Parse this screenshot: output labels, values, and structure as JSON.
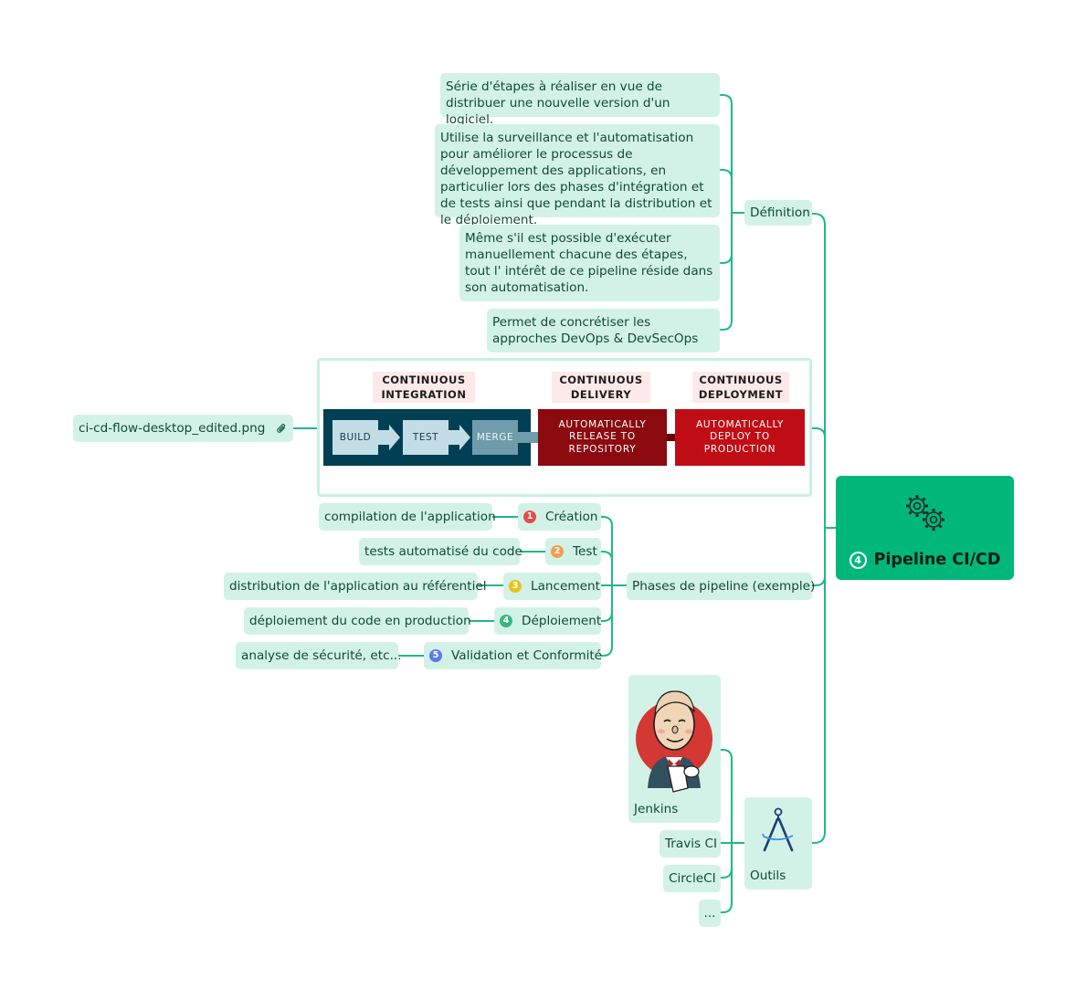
{
  "root": {
    "number": "4",
    "title": "Pipeline CI/CD",
    "icon": "gears-icon"
  },
  "definition": {
    "label": "Définition",
    "items": [
      "Série d'étapes à réaliser en vue de distribuer une nouvelle version d'un logiciel.",
      "Utilise la surveillance et l'automatisation pour améliorer le processus de développement des applications, en particulier lors des phases d'intégration et de tests ainsi que pendant la distribution et le déploiement.",
      "Même s'il est possible d'exécuter manuellement chacune des étapes, tout l' intérêt de ce pipeline réside dans son automatisation.",
      "Permet de concrétiser les approches DevOps & DevSecOps"
    ]
  },
  "image_node": {
    "attachment_label": "ci-cd-flow-desktop_edited.png",
    "attachment_icon": "paperclip-icon",
    "headers": {
      "ci": "CONTINUOUS INTEGRATION",
      "cd_delivery": "CONTINUOUS DELIVERY",
      "cd_deploy": "CONTINUOUS DEPLOYMENT"
    },
    "steps": {
      "build": "BUILD",
      "test": "TEST",
      "merge": "MERGE"
    },
    "delivery_block": "AUTOMATICALLY RELEASE TO REPOSITORY",
    "deploy_block": "AUTOMATICALLY DEPLOY TO PRODUCTION",
    "colors": {
      "ci": "#003f54",
      "delivery": "#8b0a0f",
      "deploy": "#c00d15"
    }
  },
  "phases": {
    "label": "Phases de pipeline (exemple)",
    "items": [
      {
        "num": "1",
        "color": "#e84a4a",
        "label": "Création",
        "detail": "compilation de l'application"
      },
      {
        "num": "2",
        "color": "#f39c4f",
        "label": "Test",
        "detail": "tests automatisé du code"
      },
      {
        "num": "3",
        "color": "#e8c21d",
        "label": "Lancement",
        "detail": "distribution de l'application au référentiel"
      },
      {
        "num": "4",
        "color": "#3bb77e",
        "label": "Déploiement",
        "detail": "déploiement du code en production"
      },
      {
        "num": "5",
        "color": "#5b7be8",
        "label": "Validation et Conformité",
        "detail": "analyse de sécurité, etc..."
      }
    ]
  },
  "tools": {
    "label": "Outils",
    "icon": "compass-icon",
    "items": [
      "Jenkins",
      "Travis CI",
      "CircleCI",
      "..."
    ],
    "jenkins_icon": "jenkins-butler-icon"
  },
  "colors": {
    "accent": "#00b77a",
    "node_bg": "#d3f2e7",
    "line": "#1fb986"
  }
}
